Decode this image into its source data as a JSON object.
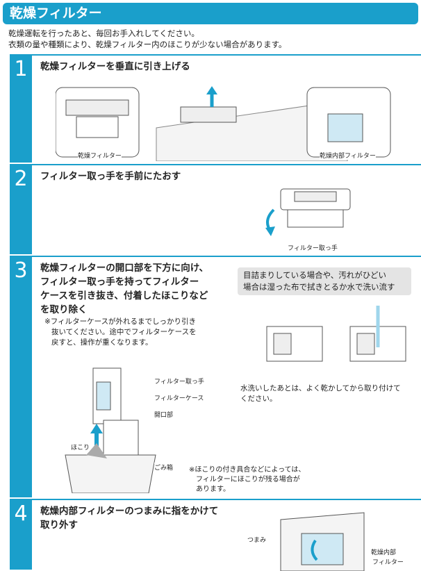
{
  "title": "乾燥フィルター",
  "intro": [
    "乾燥運転を行ったあと、毎回お手入れしてください。",
    "衣類の量や種類により、乾燥フィルター内のほこりが少ない場合があります。"
  ],
  "steps": [
    {
      "num": "1",
      "heading": "乾燥フィルターを垂直に引き上げる",
      "labels": [
        "乾燥フィルター",
        "乾燥内部フィルター"
      ]
    },
    {
      "num": "2",
      "heading": "フィルター取っ手を手前にたおす",
      "labels": [
        "フィルター取っ手"
      ]
    },
    {
      "num": "3",
      "heading": [
        "乾燥フィルターの開口部を下方に向け、",
        "フィルター取っ手を持ってフィルター",
        "ケースを引き抜き、付着したほこりなど",
        "を取り除く"
      ],
      "note": [
        "※フィルターケースが外れるまでしっかり引き",
        "抜いてください。途中でフィルターケースを",
        "戻すと、操作が重くなります。"
      ],
      "tip": [
        "目詰まりしている場合や、汚れがひどい",
        "場合は湿った布で拭きとるか水で洗い流す"
      ],
      "after_wash": [
        "水洗いしたあとは、よく乾かしてから取り付けて",
        "ください。"
      ],
      "labels": [
        "フィルター取っ手",
        "フィルターケース",
        "開口部",
        "ほこり",
        "ごみ箱"
      ],
      "dust_note": [
        "※ほこりの付き具合などによっては、",
        "フィルターにほこりが残る場合が",
        "あります。"
      ]
    },
    {
      "num": "4",
      "heading": [
        "乾燥内部フィルターのつまみに指をかけて",
        "取り外す"
      ],
      "labels": [
        "つまみ",
        "乾燥内部",
        "フィルター"
      ]
    }
  ],
  "colors": {
    "accent": "#1a9fcb",
    "tip_bg": "#e4e4e4"
  }
}
